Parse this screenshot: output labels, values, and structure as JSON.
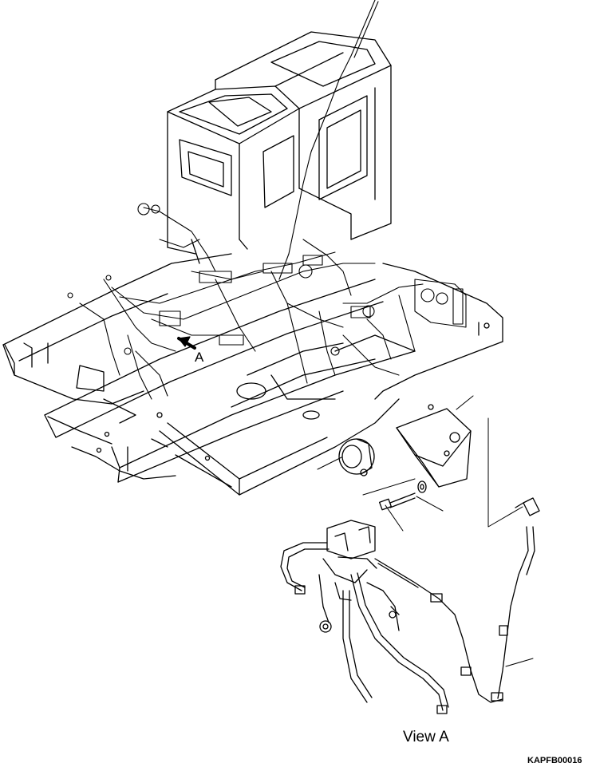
{
  "diagram": {
    "detail_arrow_label": "A",
    "detail_view_label": "View A",
    "reference_code": "KAPFB00016",
    "line_color": "#000000",
    "background_color": "#ffffff"
  }
}
